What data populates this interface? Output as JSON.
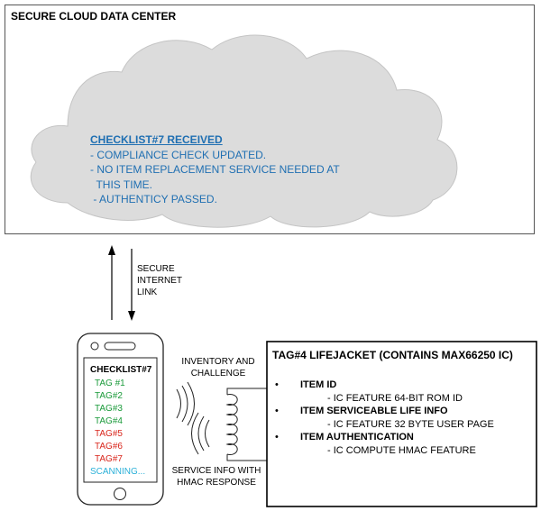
{
  "datacenter": {
    "title": "SECURE CLOUD DATA CENTER"
  },
  "cloud": {
    "heading": "CHECKLIST#7 RECEIVED",
    "lines": [
      "- COMPLIANCE CHECK UPDATED.",
      "- NO ITEM REPLACEMENT SERVICE NEEDED AT",
      "  THIS TIME.",
      " - AUTHENTICY PASSED."
    ]
  },
  "link": {
    "lines": [
      "SECURE",
      "INTERNET",
      "LINK"
    ]
  },
  "phone": {
    "heading": "CHECKLIST#7",
    "tags": [
      {
        "label": "TAG #1",
        "color": "#1a9a3a"
      },
      {
        "label": "TAG#2",
        "color": "#1a9a3a"
      },
      {
        "label": "TAG#3",
        "color": "#1a9a3a"
      },
      {
        "label": "TAG#4",
        "color": "#1a9a3a"
      },
      {
        "label": "TAG#5",
        "color": "#d9261c"
      },
      {
        "label": "TAG#6",
        "color": "#d9261c"
      },
      {
        "label": "TAG#7",
        "color": "#d9261c"
      }
    ],
    "status": {
      "label": "SCANNING...",
      "color": "#2ab0d8"
    }
  },
  "rf": {
    "inventory": [
      "INVENTORY AND",
      "CHALLENGE"
    ],
    "service": [
      "SERVICE INFO WITH",
      "HMAC RESPONSE"
    ]
  },
  "tag_box": {
    "title": "TAG#4 LIFEJACKET (CONTAINS MAX66250 IC)",
    "items": [
      {
        "bullet": "•",
        "label": "ITEM ID",
        "detail": "- IC FEATURE 64-BIT ROM ID"
      },
      {
        "bullet": "•",
        "label": "ITEM SERVICEABLE LIFE INFO",
        "detail": "- IC FEATURE 32 BYTE USER PAGE"
      },
      {
        "bullet": "•",
        "label": "ITEM AUTHENTICATION",
        "detail": "- IC COMPUTE HMAC FEATURE"
      }
    ]
  }
}
